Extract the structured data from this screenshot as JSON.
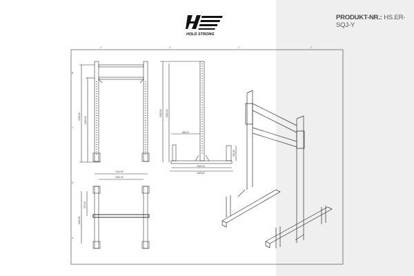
{
  "brand": {
    "name": "HOLD STRONG"
  },
  "product": {
    "label": "PRODUKT-NR.:",
    "number": "HS.ER-SQJ-Y"
  },
  "dimensions": {
    "front_total_height": "2210.00",
    "front_inner_height": "1995.00",
    "side_total_height": "2130.00",
    "side_upright_height": "2010.00",
    "side_foot_offset": "650.00",
    "side_peg_height": "351.20",
    "side_base_length": "1400.00",
    "side_overall_length": "1405.82",
    "top_outer_width": "1241.50",
    "top_inner_width": "1000.00",
    "top_half_depth": "570.00",
    "top_depth": "1130.00"
  },
  "frame": {
    "col_labels": [
      "4",
      "3",
      "2",
      "1"
    ],
    "row_labels": [
      "B",
      "C",
      "D",
      "A"
    ]
  }
}
